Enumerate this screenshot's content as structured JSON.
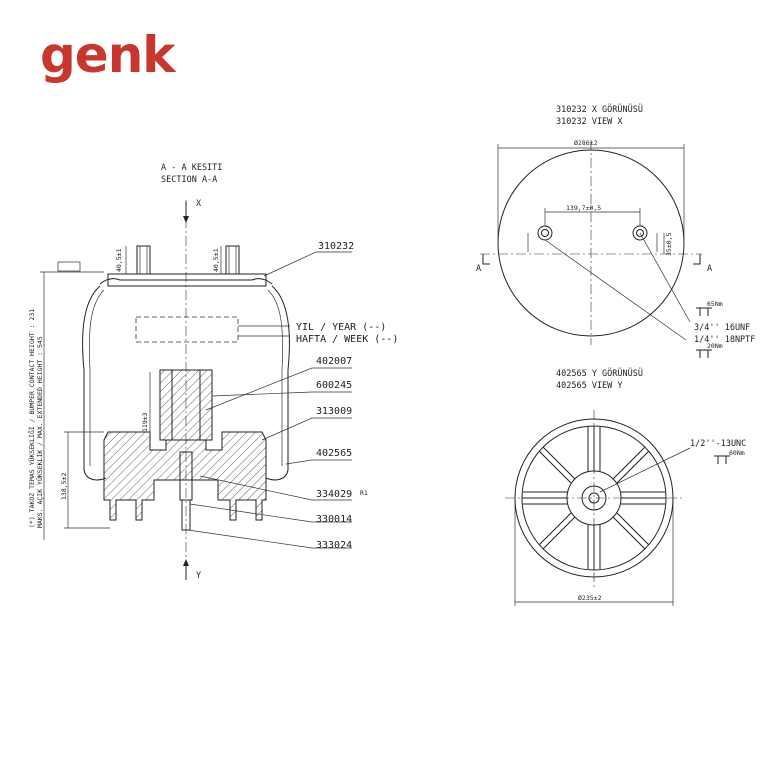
{
  "brand": {
    "logo_text": "genk",
    "logo_color": "#c8372d"
  },
  "section": {
    "title_tr": "A - A KESITI",
    "title_en": "SECTION A-A",
    "axis_top": "X",
    "axis_bottom": "Y"
  },
  "left_dims": {
    "stud_left": "40,5±1",
    "stud_right": "40,5±1",
    "height_note": "(*) TAKOZ TEMAS YÜKSEKLİĞİ / BUMPER CONTACT HEIGHT : 231",
    "max_height": "MAKS. AÇIK YÜKSEKLİK / MAX. EXTENDED HEIGHT : 545",
    "piston_height": "138,5±2",
    "bumper_height": "119±3",
    "revision": "R1"
  },
  "callouts": {
    "p310232": "310232",
    "year": "YIL / YEAR (--)",
    "week": "HAFTA / WEEK (--)",
    "p402007": "402007",
    "p600245": "600245",
    "p313009": "313009",
    "p402565": "402565",
    "p334029": "334029",
    "p330014": "330014",
    "p333024": "333024"
  },
  "view_x": {
    "title_tr": "310232 X GÖRÜNÜSÜ",
    "title_en": "310232 VIEW X",
    "diameter": "Ø286±2",
    "stud_spacing": "139,7±0,5",
    "offset": "35±0,5",
    "section_mark_left": "A",
    "section_mark_right": "A",
    "torque1": "65Nm",
    "thread1": "3/4'' 16UNF",
    "thread2": "1/4'' 18NPTF",
    "torque2": "20Nm"
  },
  "view_y": {
    "title_tr": "402565 Y GÖRÜNÜSÜ",
    "title_en": "402565 VIEW Y",
    "thread": "1/2''-13UNC",
    "torque": "60Nm",
    "diameter": "Ø235±2"
  }
}
